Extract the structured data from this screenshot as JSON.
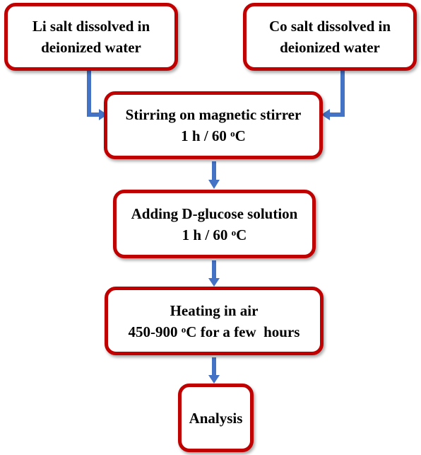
{
  "colors": {
    "box_border": "#c00000",
    "arrow": "#4472c4",
    "text": "#000000",
    "background": "#ffffff"
  },
  "steps": {
    "li_salt": {
      "line1": "Li salt dissolved in",
      "line2": "deionized water"
    },
    "co_salt": {
      "line1": "Co salt dissolved in",
      "line2": "deionized water"
    },
    "stirring": {
      "line1": "Stirring on magnetic stirrer",
      "line2_pre": "1 h / 60 ",
      "line2_sup": "o",
      "line2_post": "C"
    },
    "glucose": {
      "line1": "Adding D-glucose solution",
      "line2_pre": "1 h / 60 ",
      "line2_sup": "o",
      "line2_post": "C"
    },
    "heating": {
      "line1": "Heating in air",
      "line2_pre": "450-900 ",
      "line2_sup": "o",
      "line2_post": "C for a few  hours"
    },
    "analysis": {
      "line1": "Analysis"
    }
  }
}
